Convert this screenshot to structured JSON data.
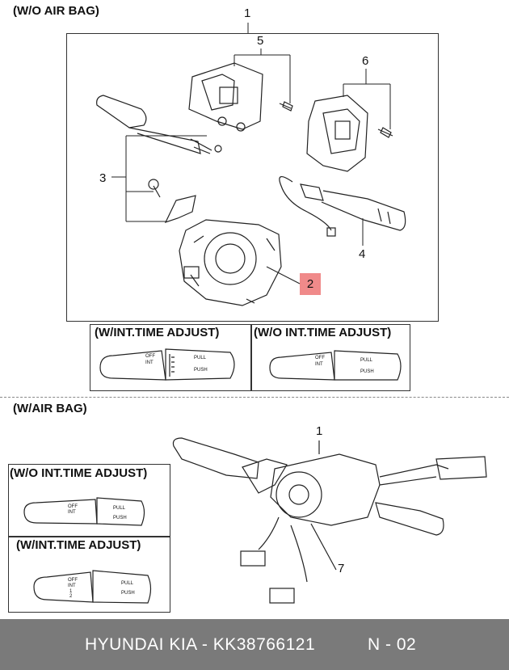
{
  "top_section": {
    "label": "(W/O AIR BAG)",
    "callouts": {
      "c1": "1",
      "c2": "2",
      "c3": "3",
      "c4": "4",
      "c5": "5",
      "c6": "6"
    },
    "variants": [
      {
        "label": "(W/INT.TIME ADJUST)"
      },
      {
        "label": "(W/O INT.TIME ADJUST)"
      }
    ]
  },
  "bottom_section": {
    "label": "(W/AIR BAG)",
    "callouts": {
      "c1": "1",
      "c7": "7"
    },
    "variants": [
      {
        "label": "(W/O INT.TIME ADJUST)"
      },
      {
        "label": "(W/INT.TIME ADJUST)"
      }
    ]
  },
  "lever_text": {
    "off": "OFF",
    "int": "INT",
    "one": "1",
    "two": "2",
    "pull": "PULL",
    "push": "PUSH"
  },
  "footer": {
    "brand": "HYUNDAI  KIA - KK38766121",
    "page": "N - 02"
  },
  "colors": {
    "highlight": "#f08a8a",
    "footer_bg": "#7a7a7a"
  }
}
